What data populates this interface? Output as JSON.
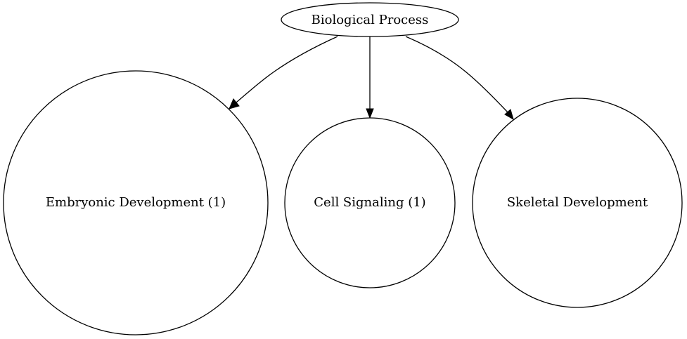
{
  "diagram": {
    "root": {
      "label": "Biological Process"
    },
    "children": [
      {
        "label": "Embryonic Development (1)"
      },
      {
        "label": "Cell Signaling (1)"
      },
      {
        "label": "Skeletal Development"
      }
    ],
    "edges": [
      {
        "from": "Biological Process",
        "to": "Embryonic Development (1)"
      },
      {
        "from": "Biological Process",
        "to": "Cell Signaling (1)"
      },
      {
        "from": "Biological Process",
        "to": "Skeletal Development"
      }
    ],
    "colors": {
      "stroke": "#000000",
      "fill": "#ffffff",
      "text": "#000000"
    }
  }
}
